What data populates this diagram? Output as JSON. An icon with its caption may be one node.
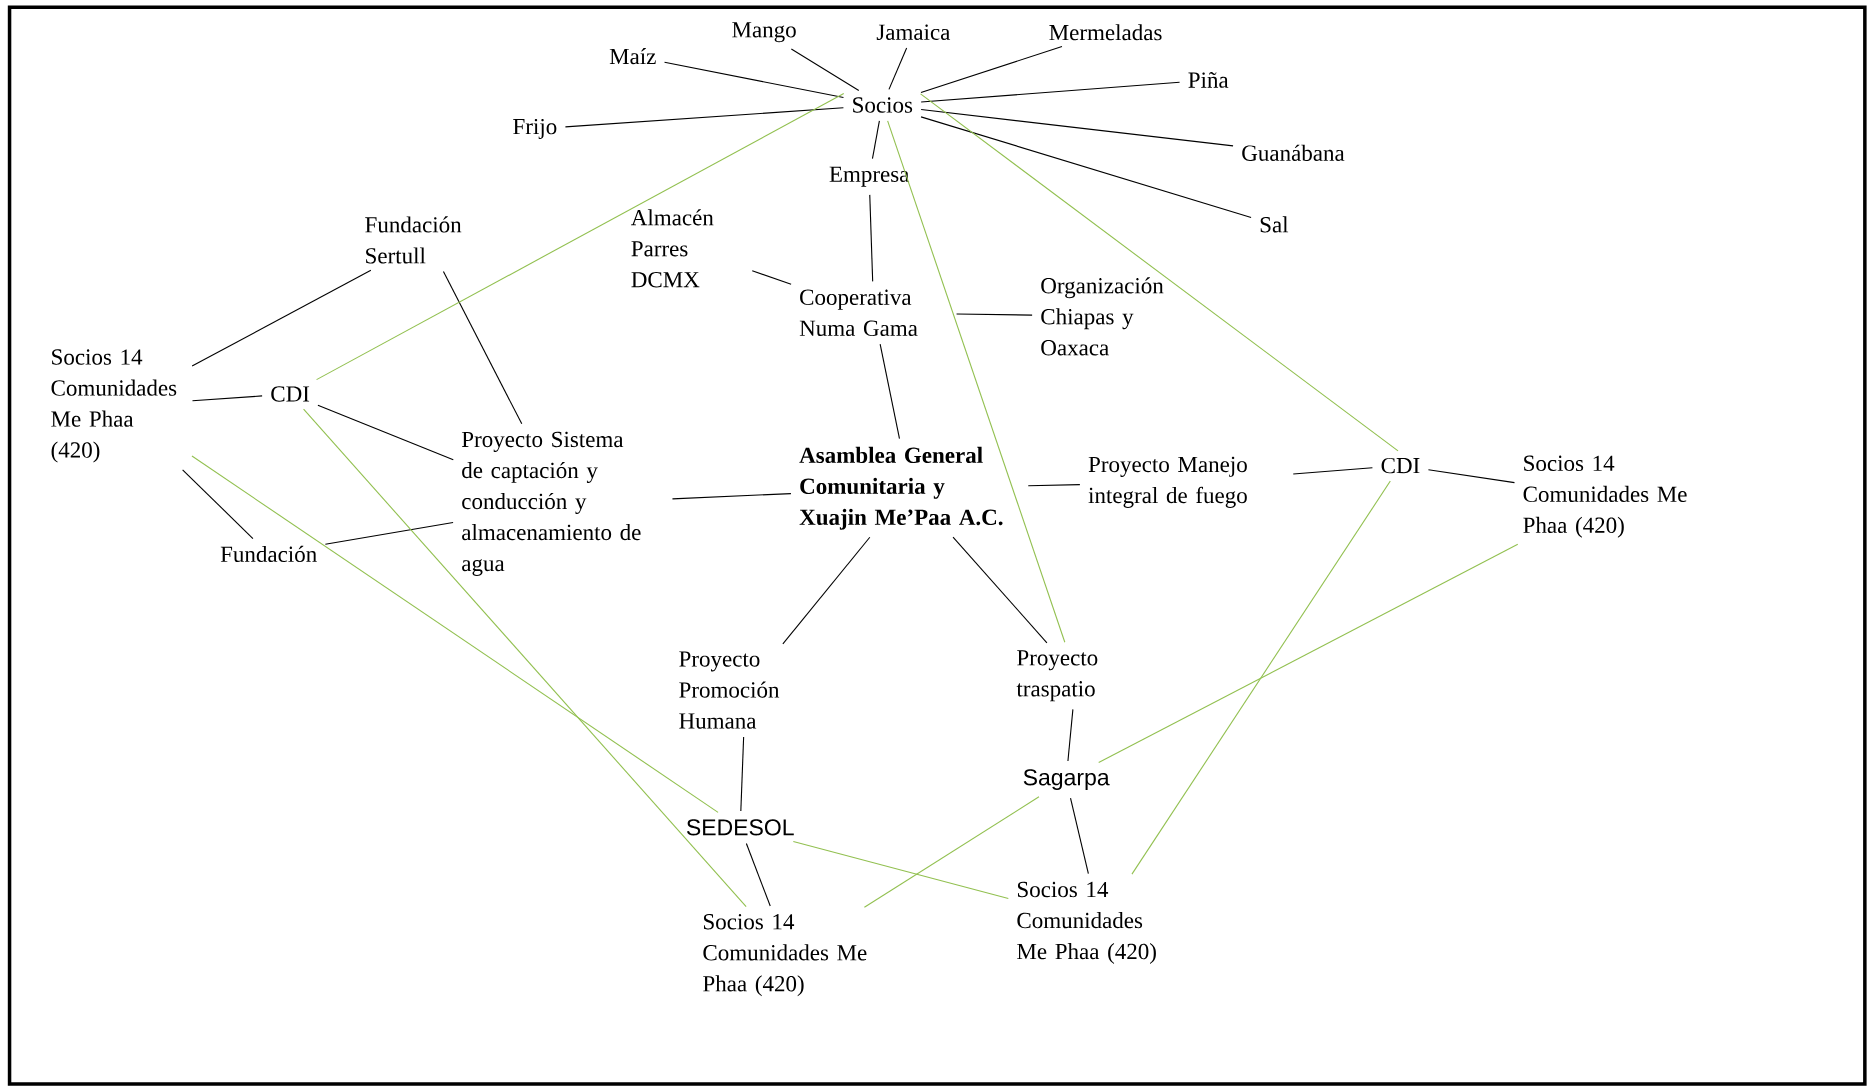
{
  "diagram": {
    "nodes": [
      {
        "text": [
          "Socios"
        ]
      },
      {
        "text": [
          "Mango"
        ]
      },
      {
        "text": [
          "Jamaica"
        ]
      },
      {
        "text": [
          "Mermeladas"
        ]
      },
      {
        "text": [
          "Maíz"
        ]
      },
      {
        "text": [
          "Frijo"
        ]
      },
      {
        "text": [
          "Piña"
        ]
      },
      {
        "text": [
          "Guanábana"
        ]
      },
      {
        "text": [
          "Sal"
        ]
      },
      {
        "text": [
          "Empresa"
        ]
      },
      {
        "text": [
          "Almacén Parres DCMX"
        ]
      },
      {
        "text": [
          "Cooperativa Numa Gama"
        ]
      },
      {
        "text": [
          "Organización Chiapas y Oaxaca"
        ]
      },
      {
        "text": [
          "Fundación Sertull"
        ]
      },
      {
        "text": [
          "Socios 14 Comunidades Me Phaa (420)"
        ]
      },
      {
        "text": [
          "CDI"
        ]
      },
      {
        "text": [
          "Fundación"
        ]
      },
      {
        "text": [
          "Proyecto Sistema de captación y conducción y almacenamiento de agua"
        ]
      },
      {
        "text": [
          "Asamblea General Comunitaria y Xuajin Me’Paa A.C."
        ]
      },
      {
        "text": [
          "Proyecto Manejo integral de fuego"
        ]
      },
      {
        "text": [
          "CDI"
        ]
      },
      {
        "text": [
          "Socios 14 Comunidades Me Phaa (420)"
        ]
      },
      {
        "text": [
          "Proyecto Promoción Humana"
        ]
      },
      {
        "text": [
          "Proyecto traspatio"
        ]
      },
      {
        "text": [
          "SEDESOL"
        ]
      },
      {
        "text": [
          "Sagarpa"
        ]
      },
      {
        "text": [
          "Socios 14 Comunidades Me Phaa (420)"
        ]
      },
      {
        "text": [
          "Socios 14 Comunidades Me Phaa (420)"
        ]
      }
    ],
    "edges": [
      {
        "from": 1,
        "to": 0,
        "arrow": "none"
      },
      {
        "from": 2,
        "to": 0,
        "arrow": "none"
      },
      {
        "from": 3,
        "to": 0,
        "arrow": "none"
      },
      {
        "from": 4,
        "to": 0,
        "arrow": "none"
      },
      {
        "from": 5,
        "to": 0,
        "arrow": "none"
      },
      {
        "from": 0,
        "to": 6,
        "arrow": "none"
      },
      {
        "from": 0,
        "to": 7,
        "arrow": "none"
      },
      {
        "from": 0,
        "to": 8,
        "arrow": "none"
      },
      {
        "from": 0,
        "to": 9,
        "arrow": "none"
      },
      {
        "from": 9,
        "to": 11,
        "arrow": "none"
      },
      {
        "from": 10,
        "to": 11,
        "arrow": "none"
      },
      {
        "from": 11,
        "to": 12,
        "arrow": "none"
      },
      {
        "from": 11,
        "to": 18,
        "arrow": "none"
      },
      {
        "from": 13,
        "to": 14,
        "arrow": "none"
      },
      {
        "from": 14,
        "to": 15,
        "arrow": "none"
      },
      {
        "from": 14,
        "to": 16,
        "arrow": "none"
      },
      {
        "from": 13,
        "to": 17,
        "arrow": "none"
      },
      {
        "from": 15,
        "to": 17,
        "arrow": "none"
      },
      {
        "from": 16,
        "to": 17,
        "arrow": "none"
      },
      {
        "from": 17,
        "to": 18,
        "arrow": "none"
      },
      {
        "from": 18,
        "to": 19,
        "arrow": "none"
      },
      {
        "from": 19,
        "to": 20,
        "arrow": "none"
      },
      {
        "from": 20,
        "to": 21,
        "arrow": "none"
      },
      {
        "from": 18,
        "to": 22,
        "arrow": "none"
      },
      {
        "from": 18,
        "to": 23,
        "arrow": "none"
      },
      {
        "from": 22,
        "to": 24,
        "arrow": "none"
      },
      {
        "from": 24,
        "to": 26,
        "arrow": "none"
      },
      {
        "from": 23,
        "to": 25,
        "arrow": "none"
      },
      {
        "from": 25,
        "to": 27,
        "arrow": "none"
      },
      {
        "from": 0,
        "to": 15,
        "arrow": "none",
        "color": "#92c050"
      },
      {
        "from": 0,
        "to": 23,
        "arrow": "none",
        "color": "#92c050"
      },
      {
        "from": 0,
        "to": 20,
        "arrow": "none",
        "color": "#92c050"
      },
      {
        "from": 14,
        "to": 24,
        "arrow": "none",
        "color": "#92c050"
      },
      {
        "from": 15,
        "to": 26,
        "arrow": "none",
        "color": "#92c050"
      },
      {
        "from": 24,
        "to": 27,
        "arrow": "none",
        "color": "#92c050"
      },
      {
        "from": 26,
        "to": 25,
        "arrow": "none",
        "color": "#92c050"
      },
      {
        "from": 21,
        "to": 25,
        "arrow": "none",
        "color": "#92c050"
      },
      {
        "from": 20,
        "to": 27,
        "arrow": "none",
        "color": "#92c050"
      }
    ]
  }
}
